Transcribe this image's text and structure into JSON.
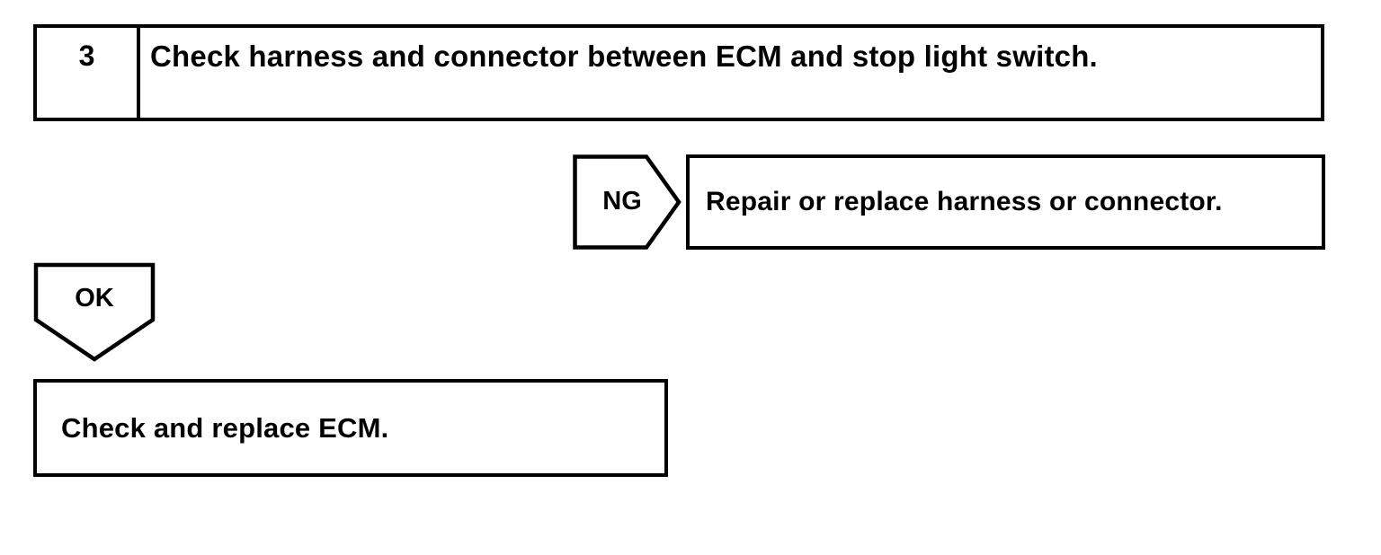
{
  "flowchart": {
    "step": {
      "number": "3",
      "instruction": "Check harness and connector between ECM and stop light switch."
    },
    "ng_branch": {
      "label": "NG",
      "action": "Repair or replace harness or connector."
    },
    "ok_branch": {
      "label": "OK",
      "action": "Check and replace ECM."
    }
  },
  "colors": {
    "ink": "#000000",
    "paper": "#ffffff"
  }
}
